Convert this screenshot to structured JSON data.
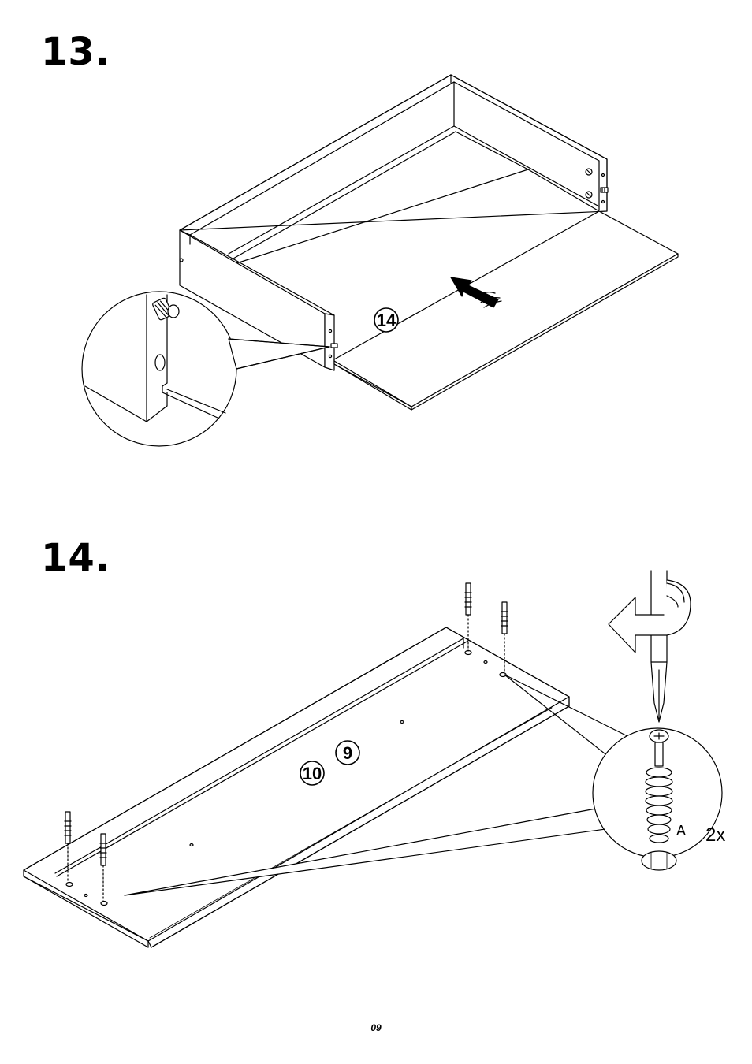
{
  "steps": [
    {
      "number": "13."
    },
    {
      "number": "14."
    }
  ],
  "step13": {
    "part_label": "14"
  },
  "step14": {
    "part_label_a": "9",
    "part_label_b": "10",
    "hardware_label": "A",
    "quantity": "2x"
  },
  "footer": {
    "page_number": "09"
  }
}
